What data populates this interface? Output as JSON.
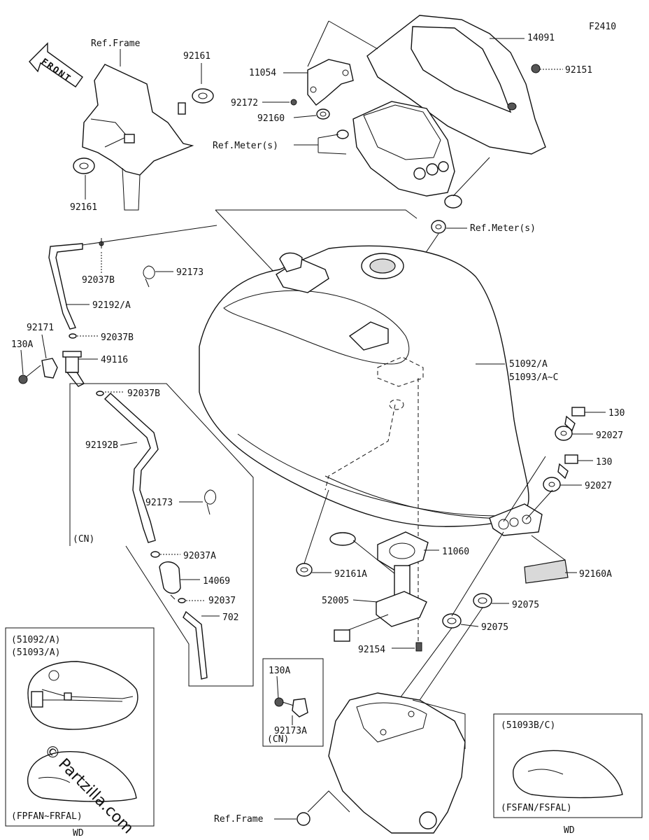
{
  "figure_code": "F2410",
  "front_arrow": "FRONT",
  "watermark": "© Partzilla.com",
  "labels": {
    "ref_frame_top": "Ref.Frame",
    "ref_frame_bottom": "Ref.Frame",
    "ref_meters_1": "Ref.Meter(s)",
    "ref_meters_2": "Ref.Meter(s)",
    "p14091": "14091",
    "p11054": "11054",
    "p92151": "92151",
    "p92172": "92172",
    "p92160": "92160",
    "p92161_top": "92161",
    "p92161_bottom": "92161",
    "p92037B_1": "92037B",
    "p92037B_2": "92037B",
    "p92037B_3": "92037B",
    "p92173_1": "92173",
    "p92173_2": "92173",
    "p92192A": "92192/A",
    "p92192B": "92192B",
    "p92171": "92171",
    "p130A_1": "130A",
    "p130A_2": "130A",
    "p49116": "49116",
    "p51092A": "51092/A",
    "p51093AC": "51093/A~C",
    "p130_1": "130",
    "p130_2": "130",
    "p92027_1": "92027",
    "p92027_2": "92027",
    "p11060": "11060",
    "p92161A": "92161A",
    "p92160A": "92160A",
    "p52005": "52005",
    "p92075_1": "92075",
    "p92075_2": "92075",
    "p92154": "92154",
    "p92037A": "92037A",
    "p14069": "14069",
    "p92037": "92037",
    "p702": "702",
    "cn_1": "(CN)",
    "cn_2": "(CN)",
    "p92173A": "92173A"
  },
  "inset_left": {
    "line1": "(51092/A)",
    "line2": "(51093/A)",
    "variant": "(FPFAN~FRFAL)",
    "caption": "WD"
  },
  "inset_right": {
    "line1": "(51093B/C)",
    "variant": "(FSFAN/FSFAL)",
    "caption": "WD"
  }
}
